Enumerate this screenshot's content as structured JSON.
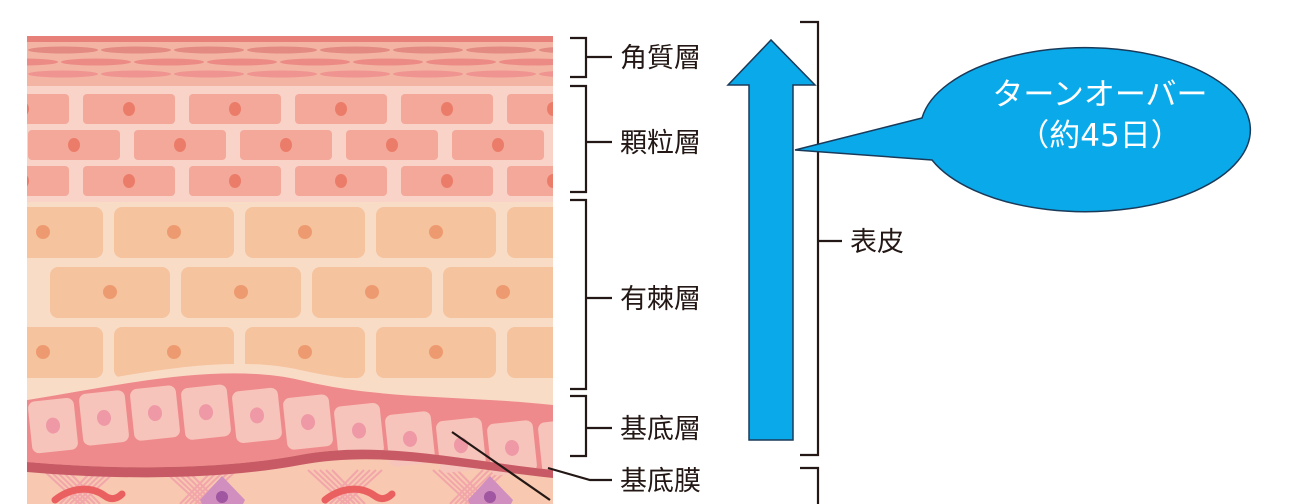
{
  "title": "表皮の構造とターンオーバー",
  "layers": [
    {
      "key": "corneum",
      "label": "角質層"
    },
    {
      "key": "granular",
      "label": "顆粒層"
    },
    {
      "key": "spinous",
      "label": "有棘層"
    },
    {
      "key": "basal",
      "label": "基底層"
    },
    {
      "key": "membrane",
      "label": "基底膜"
    }
  ],
  "epidermis_label": "表皮",
  "bubble": {
    "line1": "ターンオーバー",
    "line2": "（約45日）"
  },
  "colors": {
    "arrow": "#0aaaea",
    "bubble": "#0aaaea",
    "corneum": "#f3b4a4",
    "granular_cell": "#f3a89a",
    "spinous_cell": "#f5c39e",
    "basal_cell": "#f7c4bb",
    "membrane": "#c85a66"
  }
}
